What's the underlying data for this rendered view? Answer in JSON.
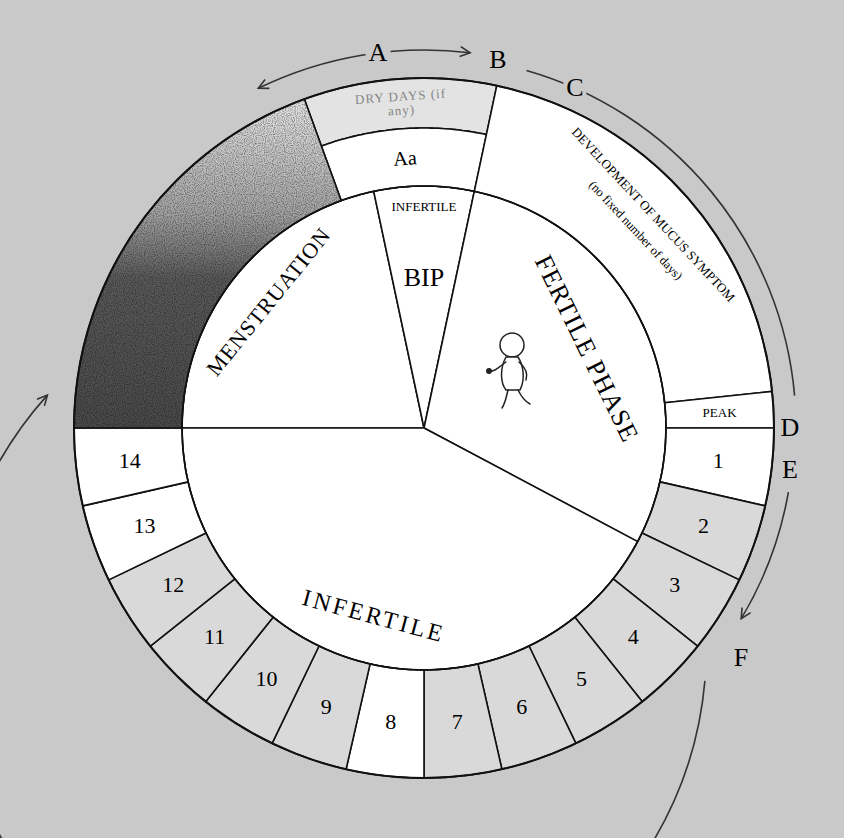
{
  "diagram": {
    "nodes": [
      {
        "text": [
          "MENSTRUATION"
        ]
      },
      {
        "text": [
          "INFERTILE",
          "BIP"
        ]
      },
      {
        "text": [
          "FERTILE PHASE"
        ]
      },
      {
        "text": [
          "INFERTILE"
        ]
      },
      {
        "text": [
          "DRY DAYS (if any)"
        ]
      },
      {
        "text": [
          "Aa"
        ]
      },
      {
        "text": [
          "DEVELOPMENT OF MUCUS SYMPTOM",
          "(no fixed number of days)"
        ]
      },
      {
        "text": [
          "PEAK"
        ]
      },
      {
        "text": [
          "1"
        ]
      },
      {
        "text": [
          "2"
        ]
      },
      {
        "text": [
          "3"
        ]
      },
      {
        "text": [
          "4"
        ]
      },
      {
        "text": [
          "5"
        ]
      },
      {
        "text": [
          "6"
        ]
      },
      {
        "text": [
          "7"
        ]
      },
      {
        "text": [
          "8"
        ]
      },
      {
        "text": [
          "9"
        ]
      },
      {
        "text": [
          "10"
        ]
      },
      {
        "text": [
          "11"
        ]
      },
      {
        "text": [
          "12"
        ]
      },
      {
        "text": [
          "13"
        ]
      },
      {
        "text": [
          "14"
        ]
      }
    ],
    "labels": [
      "A",
      "B",
      "C",
      "D",
      "E",
      "F"
    ]
  }
}
